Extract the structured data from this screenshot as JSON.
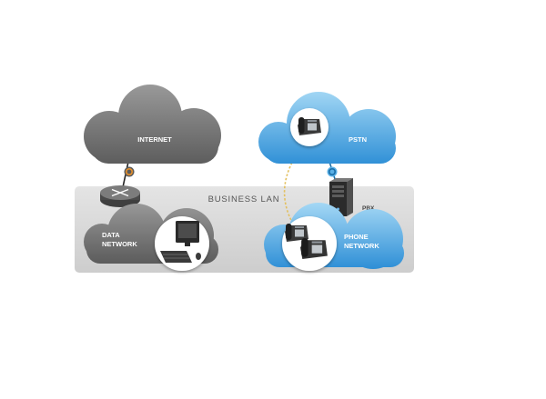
{
  "labels": {
    "internet": "INTERNET",
    "pstn": "PSTN",
    "business_lan": "BUSINESS LAN",
    "data_network_line1": "DATA",
    "data_network_line2": "NETWORK",
    "phone_network_line1": "PHONE",
    "phone_network_line2": "NETWORK",
    "pbx": "PBX"
  },
  "nodes": {
    "internet": {
      "kind": "cloud",
      "icon": "cloud-icon"
    },
    "pstn": {
      "kind": "cloud",
      "icon": "desk-phone-icon"
    },
    "data_network": {
      "kind": "cloud",
      "icon": "computer-icon"
    },
    "phone_network": {
      "kind": "cloud",
      "icon": "desk-phone-icon"
    },
    "router": {
      "kind": "device",
      "icon": "router-icon"
    },
    "pbx": {
      "kind": "device",
      "icon": "server-tower-icon"
    }
  },
  "edges": [
    {
      "from": "internet",
      "to": "router",
      "style": "solid",
      "connector": "link-icon"
    },
    {
      "from": "pstn",
      "to": "pbx",
      "style": "solid",
      "connector": "link-icon"
    },
    {
      "from": "pstn",
      "to": "phone_network",
      "style": "dashed"
    }
  ],
  "colors": {
    "gray_cloud_top": "#9b9b9b",
    "gray_cloud_bottom": "#5a5a5a",
    "blue_cloud_top": "#a9dbf6",
    "blue_cloud_bottom": "#2e8fd6",
    "lan_top": "#e4e4e4",
    "lan_bottom": "#cdcdcd",
    "dashed_link": "#e3c060",
    "internet_link_accent": "#e8902a",
    "pstn_link_accent": "#1a6ea8"
  }
}
